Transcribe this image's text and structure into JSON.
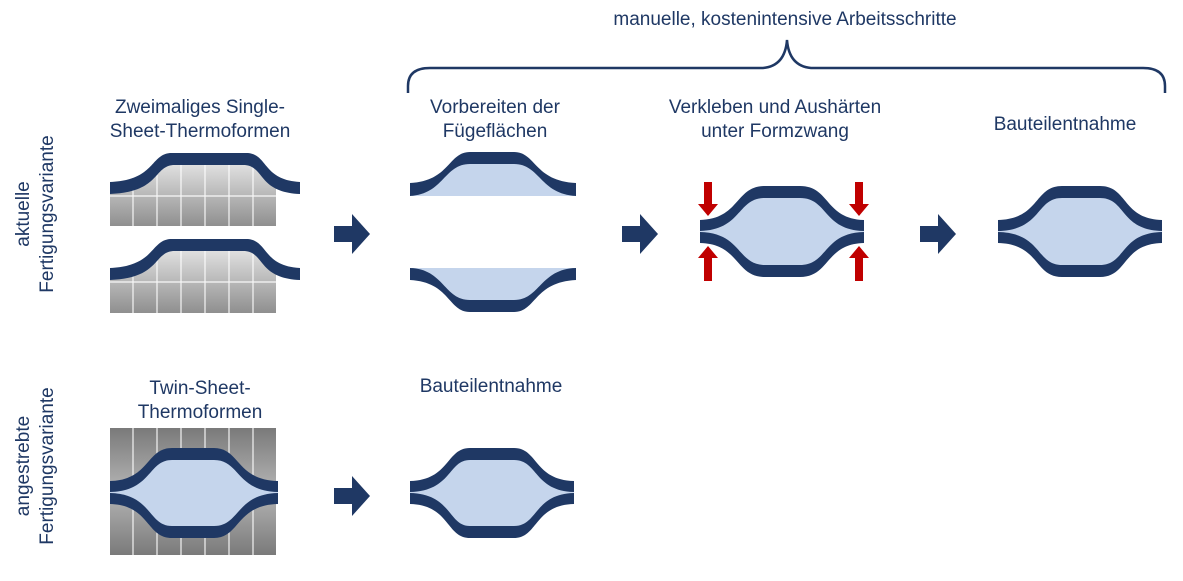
{
  "header": {
    "brace_label": "manuelle, kostenintensive Arbeitsschritte"
  },
  "rows": {
    "current": {
      "line1": "aktuelle",
      "line2": "Fertigungsvariante"
    },
    "target": {
      "line1": "angestrebte",
      "line2": "Fertigungsvariante"
    }
  },
  "steps": {
    "single_sheet": {
      "line1": "Zweimaliges Single-",
      "line2": "Sheet-Thermoformen"
    },
    "prepare": {
      "line1": "Vorbereiten der",
      "line2": "Fügeflächen"
    },
    "bond": {
      "line1": "Verkleben und Aushärten",
      "line2": "unter Formzwang"
    },
    "removal_current": {
      "line1": "Bauteilentnahme"
    },
    "twin_sheet": {
      "line1": "Twin-Sheet-",
      "line2": "Thermoformen"
    },
    "removal_target": {
      "line1": "Bauteilentnahme"
    }
  },
  "colors": {
    "navy": "#1f3864",
    "light_blue": "#c5d5ec",
    "pressure_red": "#c00000",
    "tool_gray": "#8a8a8a"
  }
}
